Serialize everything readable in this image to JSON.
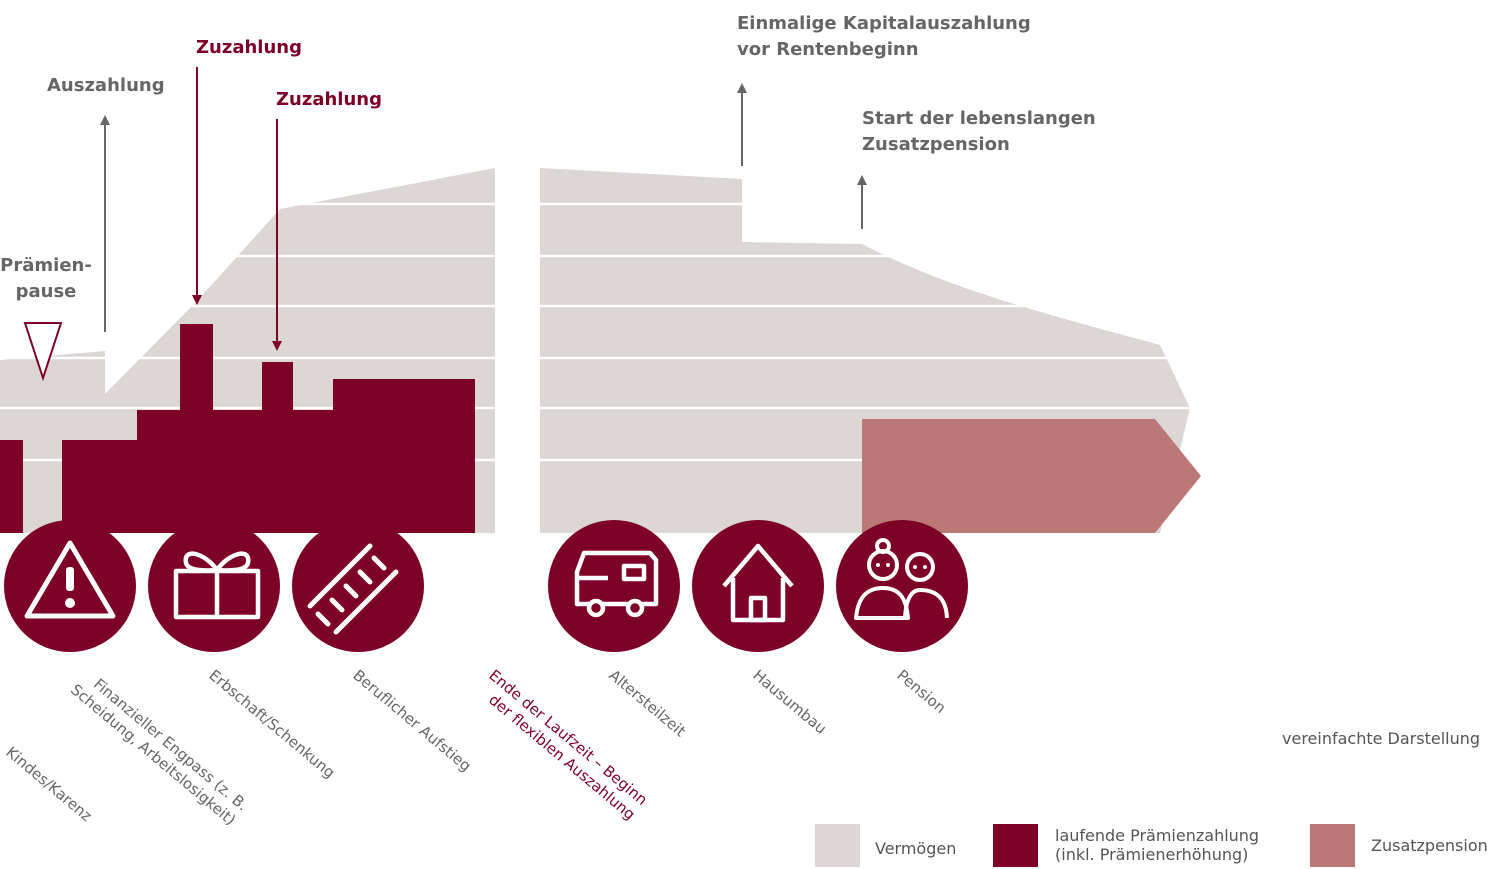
{
  "colors": {
    "asset": "#dcd6d4",
    "premium": "#7d0027",
    "pension": "#bb7877",
    "arrow": "#666666",
    "text": "#666666"
  },
  "top_labels": {
    "praemienpause": "Prämien-\npause",
    "auszahlung": "Auszahlung",
    "zuzahlung_1": "Zuzahlung",
    "zuzahlung_2": "Zuzahlung",
    "kapitalauszahlung": "Einmalige Kapitalauszahlung\nvor Rentenbeginn",
    "zusatzpension_start": "Start der lebenslangen\nZusatzpension"
  },
  "events": [
    {
      "label": "Kindes/Karenz",
      "icon": "none"
    },
    {
      "label": "Finanzieller Engpass (z. B.\nScheidung, Arbeitslosigkeit)",
      "icon": "warning-icon"
    },
    {
      "label": "Erbschaft/Schenkung",
      "icon": "gift-icon"
    },
    {
      "label": "Beruflicher Aufstieg",
      "icon": "ladder-icon"
    },
    {
      "label": "Ende der Laufzeit – Beginn\nder flexiblen Auszahlung",
      "icon": "none"
    },
    {
      "label": "Altersteilzeit",
      "icon": "camper-icon"
    },
    {
      "label": "Hausumbau",
      "icon": "house-icon"
    },
    {
      "label": "Pension",
      "icon": "elderly-couple-icon"
    }
  ],
  "legend": {
    "vermoegen": "Vermögen",
    "praemienzahlung": "laufende Prämienzahlung\n(inkl. Prämienerhöhung)",
    "zusatzpension": "Zusatzpension"
  },
  "note": "vereinfachte Darstellung"
}
